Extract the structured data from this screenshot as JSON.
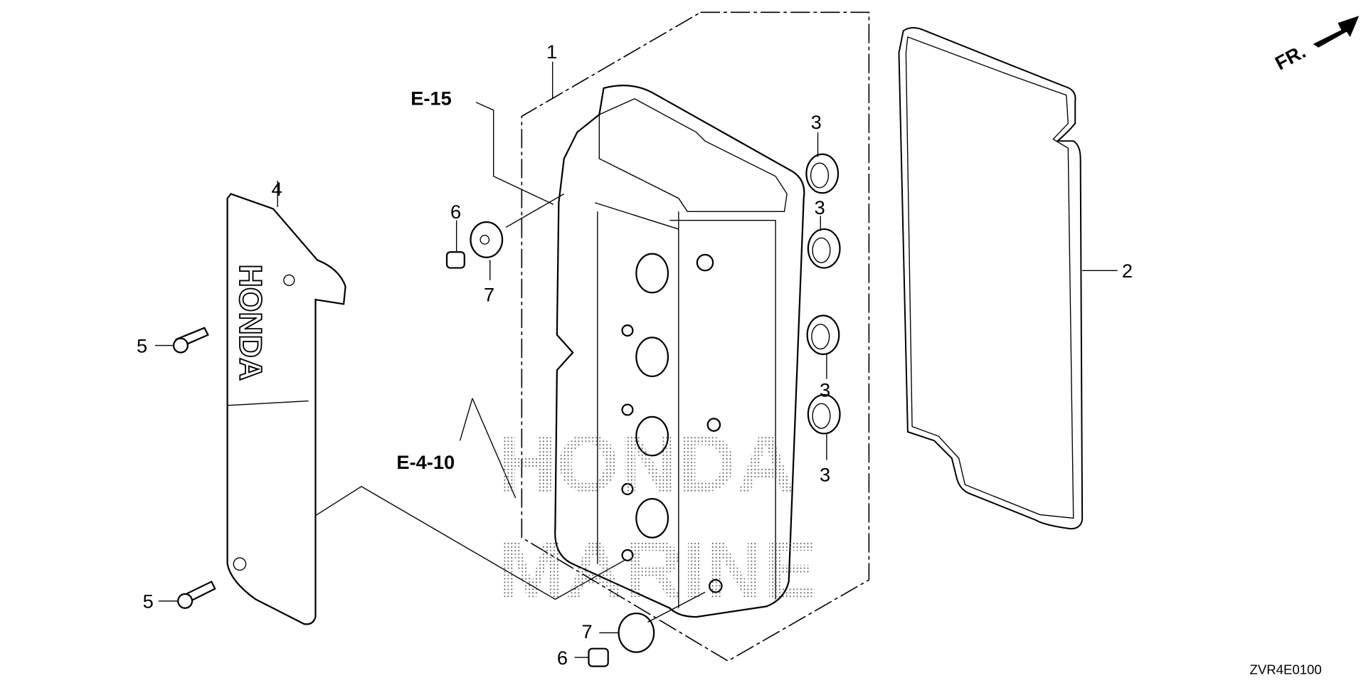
{
  "diagram": {
    "title_code": "ZVR4E0100",
    "direction_label": "FR.",
    "watermark": [
      "HONDA",
      "MARINE"
    ],
    "cover_logo": "HONDA",
    "references": [
      {
        "label": "E-15"
      },
      {
        "label": "E-4-10"
      }
    ],
    "callouts": {
      "head_cover": "1",
      "gasket": "2",
      "plug_hole_seal_1": "3",
      "plug_hole_seal_2": "3",
      "plug_hole_seal_3": "3",
      "plug_hole_seal_4": "3",
      "cover_plate": "4",
      "bolt_upper": "5",
      "bolt_lower": "5",
      "nut_upper": "6",
      "nut_lower": "6",
      "grommet_upper": "7",
      "grommet_lower": "7"
    }
  }
}
